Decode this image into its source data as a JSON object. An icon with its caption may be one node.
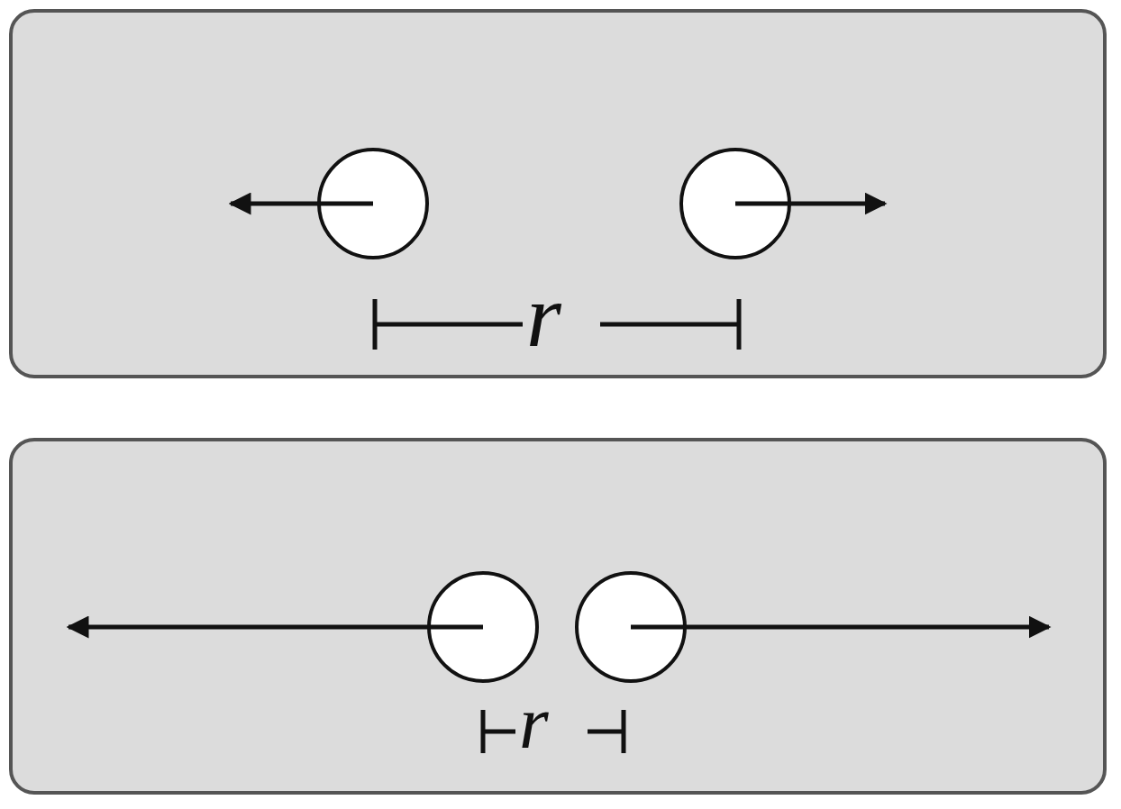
{
  "diagram": {
    "nodes": [
      {
        "text": [],
        "shape": "box"
      },
      {
        "text": [],
        "shape": "circle",
        "in": 0
      },
      {
        "text": [],
        "shape": "circle",
        "in": 0
      },
      {
        "text": [],
        "shape": "box"
      },
      {
        "text": [],
        "shape": "circle",
        "in": 3
      },
      {
        "text": [],
        "shape": "circle",
        "in": 3
      }
    ],
    "labels": [
      "r",
      "r"
    ]
  }
}
